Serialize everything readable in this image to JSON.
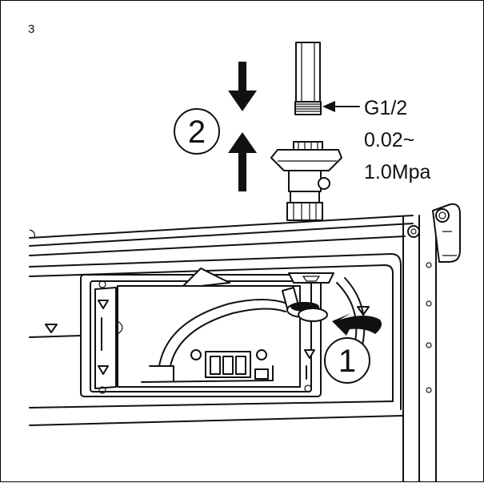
{
  "step_number": "3",
  "spec": {
    "thread": "G1/2",
    "pressure_line1": "0.02~",
    "pressure_line2": "1.0Mpa"
  },
  "callouts": {
    "connect": "2",
    "turn": "1"
  }
}
